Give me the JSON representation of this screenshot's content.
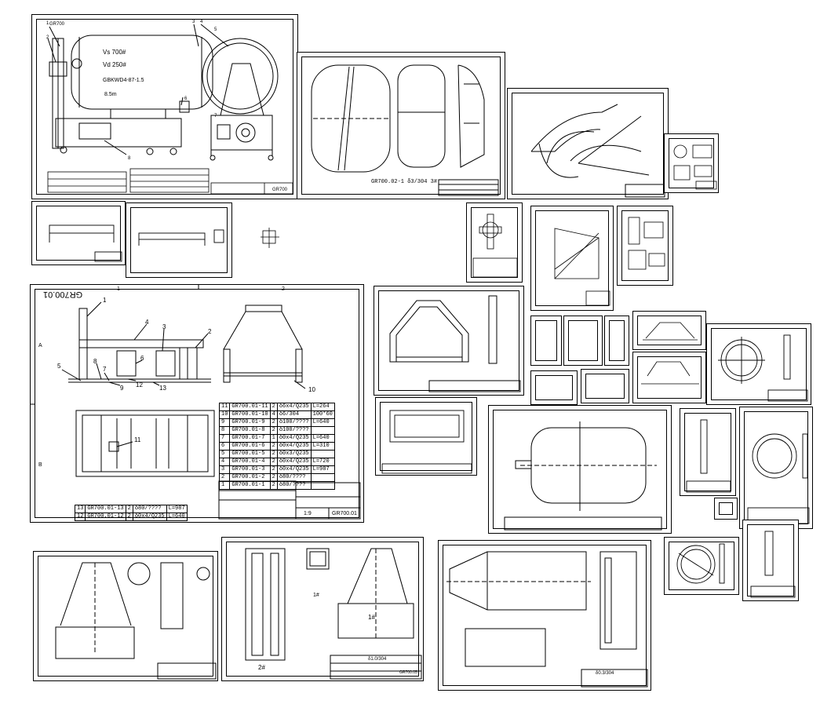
{
  "sheet1": {
    "tag": "GR700",
    "specs": [
      "Vs 700#",
      "Vd 250#",
      "GBKWD4-87-1.5",
      "8.5m"
    ],
    "balloons": [
      "1",
      "2",
      "3",
      "4",
      "5",
      "6",
      "7",
      "8"
    ],
    "code": "GR700"
  },
  "sheet2": {
    "caption": "GR700.02-1 δ3/304 3#"
  },
  "sheet3": {
    "title": "GR700.01",
    "zone_cols": [
      "1",
      "2"
    ],
    "zone_rows": [
      "A",
      "B"
    ],
    "balloons": [
      "1",
      "2",
      "3",
      "4",
      "5",
      "6",
      "7",
      "8",
      "9",
      "10",
      "11",
      "12",
      "13"
    ],
    "parts_rows": [
      {
        "no": "11",
        "code": "GR700.01-11",
        "qty": "2",
        "mat": "δ6x4/Q235",
        "note": "L=264"
      },
      {
        "no": "10",
        "code": "GR700.01-10",
        "qty": "4",
        "mat": "δ6/304",
        "note": "100*60"
      },
      {
        "no": "9",
        "code": "GR700.01-9",
        "qty": "2",
        "mat": "δ100/????",
        "note": "L=640"
      },
      {
        "no": "8",
        "code": "GR700.01-8",
        "qty": "2",
        "mat": "δ100/????",
        "note": ""
      },
      {
        "no": "7",
        "code": "GR700.01-7",
        "qty": "1",
        "mat": "δ0x4/Q235",
        "note": "L=640"
      },
      {
        "no": "6",
        "code": "GR700.01-6",
        "qty": "2",
        "mat": "δ0x4/Q235",
        "note": "L=310"
      },
      {
        "no": "5",
        "code": "GR700.01-5",
        "qty": "2",
        "mat": "δ0x3/Q235",
        "note": ""
      },
      {
        "no": "4",
        "code": "GR700.01-4",
        "qty": "2",
        "mat": "δ0x4/Q235",
        "note": "L=720"
      },
      {
        "no": "3",
        "code": "GR700.01-3",
        "qty": "2",
        "mat": "δ0x4/Q235",
        "note": "L=987"
      },
      {
        "no": "2",
        "code": "GR700.01-2",
        "qty": "2",
        "mat": "δ80/????",
        "note": ""
      },
      {
        "no": "1",
        "code": "GR700.01-1",
        "qty": "2",
        "mat": "δ80/????",
        "note": ""
      }
    ],
    "extra_rows": [
      {
        "no": "13",
        "code": "GR700.01-13",
        "qty": "2",
        "mat": "δ80/????",
        "note": "L=987"
      },
      {
        "no": "12",
        "code": "GR700.01-12",
        "qty": "2",
        "mat": "δ0x4/Q235",
        "note": "L=640"
      }
    ],
    "scale": "1:9",
    "code": "GR700.01"
  },
  "sheet_frame": {
    "code": "GR700.05",
    "labels": [
      "2#",
      "1#",
      "1#"
    ],
    "spec": "δ1.0/304"
  },
  "sheet_cone": {
    "spec": "δ0.3/304"
  }
}
